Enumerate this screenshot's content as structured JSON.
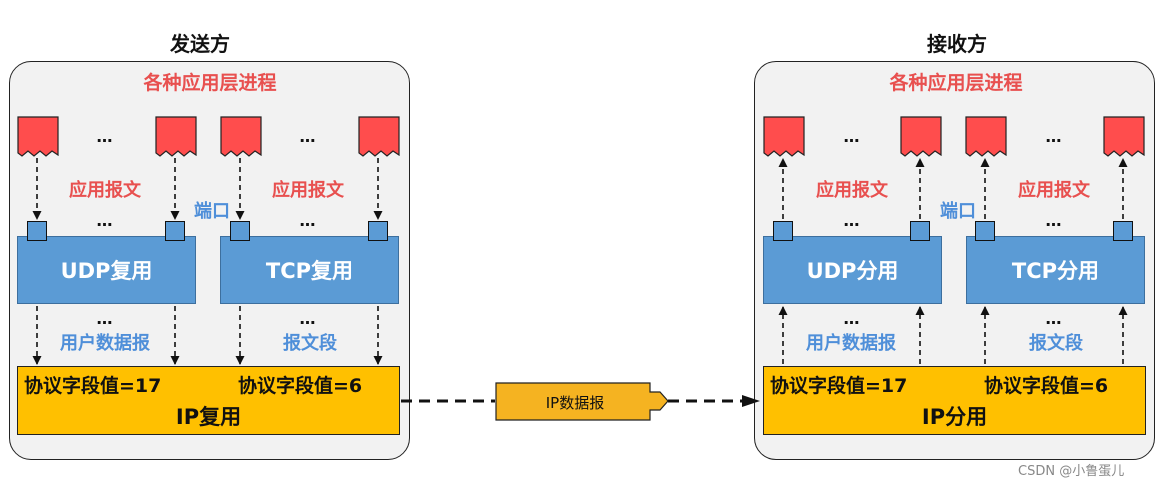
{
  "sender": {
    "title": "发送方",
    "app_layer": "各种应用层进程",
    "udp_msg": "应用报文",
    "tcp_msg": "应用报文",
    "port_label": "端口",
    "udp_box": "UDP复用",
    "tcp_box": "TCP复用",
    "udp_unit": "用户数据报",
    "tcp_unit": "报文段",
    "ip_field_udp": "协议字段值=17",
    "ip_field_tcp": "协议字段值=6",
    "ip_box": "IP复用"
  },
  "receiver": {
    "title": "接收方",
    "app_layer": "各种应用层进程",
    "udp_msg": "应用报文",
    "tcp_msg": "应用报文",
    "port_label": "端口",
    "udp_box": "UDP分用",
    "tcp_box": "TCP分用",
    "udp_unit": "用户数据报",
    "tcp_unit": "报文段",
    "ip_field_udp": "协议字段值=17",
    "ip_field_tcp": "协议字段值=6",
    "ip_box": "IP分用"
  },
  "ellipsis": "…",
  "packet_label": "IP数据报",
  "watermark": "CSDN @小鲁蛋儿",
  "colors": {
    "app_red": "#e8504f",
    "label_blue": "#4f8fd9",
    "box_blue": "#5b9bd5",
    "ip_yellow": "#ffc000",
    "packet_yellow": "#f5b321",
    "panel_gray": "#f2f2f2"
  }
}
